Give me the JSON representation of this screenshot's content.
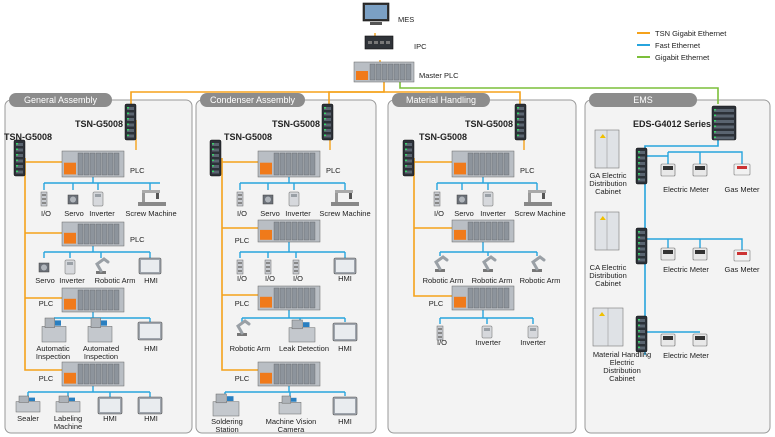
{
  "legend": [
    {
      "label": "TSN Gigabit Ethernet",
      "color": "#f5a21b"
    },
    {
      "label": "Fast Ethernet",
      "color": "#27a4dd"
    },
    {
      "label": "Gigabit Ethernet",
      "color": "#7cbf3a"
    }
  ],
  "colors": {
    "tsn": "#f5a21b",
    "fast": "#27a4dd",
    "gig": "#7cbf3a",
    "zone_bg": "#f3f3f3",
    "zone_border": "#9a9a9a",
    "zone_tab": "#8c8c8c",
    "plc_orange": "#f07a1a"
  },
  "top": {
    "mes": "MES",
    "ipc": "IPC",
    "master_plc": "Master PLC"
  },
  "zones": {
    "general": "General Assembly",
    "condenser": "Condenser Assembly",
    "material": "Material Handling",
    "ems": "EMS"
  },
  "switches": {
    "tsn_g5008": "TSN-G5008",
    "eds_g4012": "EDS-G4012 Series"
  },
  "devices": {
    "plc": "PLC",
    "io": "I/O",
    "servo": "Servo",
    "inverter": "Inverter",
    "screw_machine": "Screw Machine",
    "robotic_arm": "Robotic Arm",
    "hmi": "HMI",
    "automatic_inspection": [
      "Automatic",
      "Inspection"
    ],
    "automated_inspection": [
      "Automated",
      "Inspection"
    ],
    "sealer": "Sealer",
    "labeling_machine": [
      "Labeling",
      "Machine"
    ],
    "leak_detection": "Leak Detection",
    "soldering_station": [
      "Soldering",
      "Station"
    ],
    "machine_vision_camera": [
      "Machine Vision",
      "Camera"
    ],
    "electric_meter": "Electric Meter",
    "gas_meter": "Gas Meter",
    "ga_cabinet": [
      "GA Electric",
      "Distribution",
      "Cabinet"
    ],
    "ca_cabinet": [
      "CA Electric",
      "Distribution",
      "Cabinet"
    ],
    "mh_cabinet": [
      "Material Handling",
      "Electric",
      "Distribution",
      "Cabinet"
    ]
  }
}
